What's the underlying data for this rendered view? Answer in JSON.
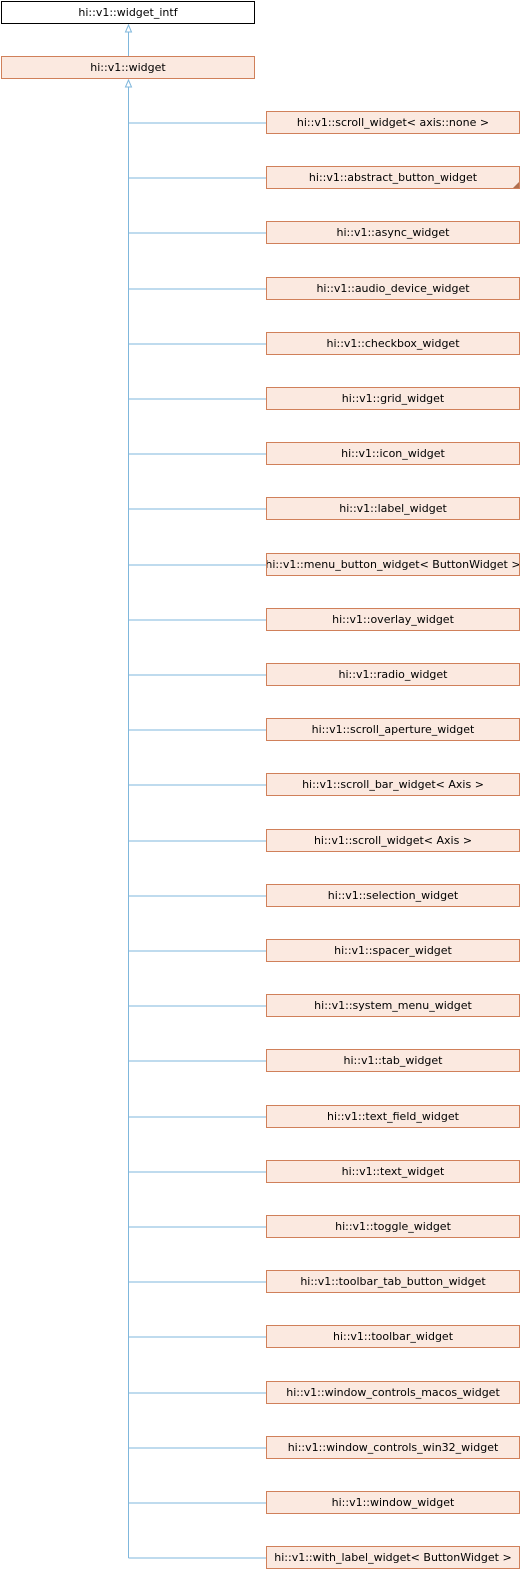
{
  "colors": {
    "edge": "#7fb7dc",
    "class_fill": "#fbe9e0",
    "class_border": "#d0805a",
    "root_border": "#000000"
  },
  "root": {
    "label": "hi::v1::widget_intf"
  },
  "base": {
    "label": "hi::v1::widget"
  },
  "children": [
    {
      "label": "hi::v1::scroll_widget< axis::none >"
    },
    {
      "label": "hi::v1::abstract_button_widget",
      "has_more": true
    },
    {
      "label": "hi::v1::async_widget"
    },
    {
      "label": "hi::v1::audio_device_widget"
    },
    {
      "label": "hi::v1::checkbox_widget"
    },
    {
      "label": "hi::v1::grid_widget"
    },
    {
      "label": "hi::v1::icon_widget"
    },
    {
      "label": "hi::v1::label_widget"
    },
    {
      "label": "hi::v1::menu_button_widget< ButtonWidget >"
    },
    {
      "label": "hi::v1::overlay_widget"
    },
    {
      "label": "hi::v1::radio_widget"
    },
    {
      "label": "hi::v1::scroll_aperture_widget"
    },
    {
      "label": "hi::v1::scroll_bar_widget< Axis >"
    },
    {
      "label": "hi::v1::scroll_widget< Axis >"
    },
    {
      "label": "hi::v1::selection_widget"
    },
    {
      "label": "hi::v1::spacer_widget"
    },
    {
      "label": "hi::v1::system_menu_widget"
    },
    {
      "label": "hi::v1::tab_widget"
    },
    {
      "label": "hi::v1::text_field_widget"
    },
    {
      "label": "hi::v1::text_widget"
    },
    {
      "label": "hi::v1::toggle_widget"
    },
    {
      "label": "hi::v1::toolbar_tab_button_widget"
    },
    {
      "label": "hi::v1::toolbar_widget"
    },
    {
      "label": "hi::v1::window_controls_macos_widget"
    },
    {
      "label": "hi::v1::window_controls_win32_widget"
    },
    {
      "label": "hi::v1::window_widget"
    },
    {
      "label": "hi::v1::with_label_widget< ButtonWidget >"
    }
  ]
}
